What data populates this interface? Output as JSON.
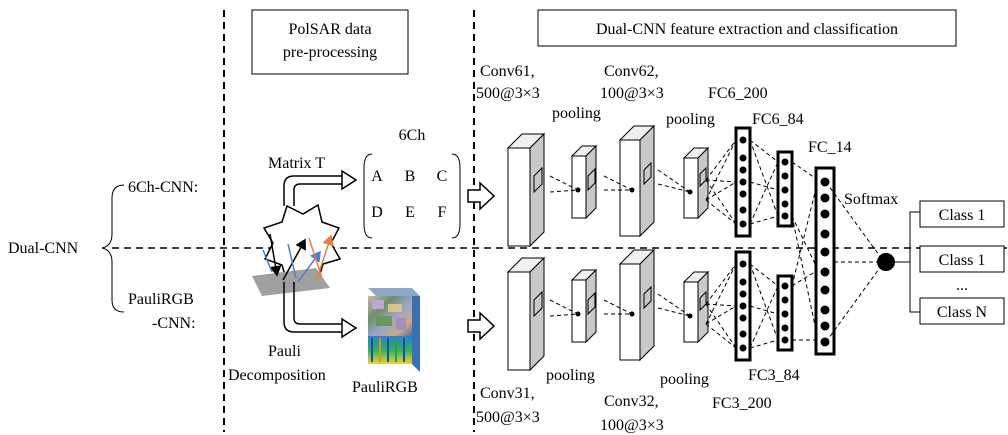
{
  "sections": {
    "preprocessing_title_line1": "PolSAR data",
    "preprocessing_title_line2": "pre-processing",
    "feature_title": "Dual-CNN feature extraction and classification"
  },
  "left": {
    "dual_cnn": "Dual-CNN",
    "six_ch_cnn": "6Ch-CNN:",
    "pauli_line1": "PauliRGB",
    "pauli_line2": "-CNN:"
  },
  "preprocess": {
    "matrix_t": "Matrix T",
    "pauli_line1": "Pauli",
    "pauli_line2": "Decomposition",
    "paulirgb_label": "PauliRGB"
  },
  "matrix": {
    "title": "6Ch",
    "cells": [
      "A",
      "B",
      "C",
      "D",
      "E",
      "F"
    ]
  },
  "layers": {
    "conv61_line1": "Conv61,",
    "conv61_line2": "500@3×3",
    "conv62_line1": "Conv62,",
    "conv62_line2": "100@3×3",
    "pooling": "pooling",
    "fc6_200": "FC6_200",
    "fc6_84": "FC6_84",
    "fc_14": "FC_14",
    "softmax": "Softmax",
    "conv31_line1": "Conv31,",
    "conv31_line2": "500@3×3",
    "conv32_line1": "Conv32,",
    "conv32_line2": "100@3×3",
    "fc3_84": "FC3_84",
    "fc3_200": "FC3_200"
  },
  "classes": {
    "class_a": "Class 1",
    "class_b": "Class 1",
    "ellipsis": "...",
    "class_n": "Class N"
  },
  "colors": {
    "layer_front": "#f0f0f0",
    "layer_side": "#c8c8c8",
    "arrow_blue": "#4a7fd0",
    "arrow_orange": "#e8803a",
    "plane": "#a0a0a0"
  }
}
